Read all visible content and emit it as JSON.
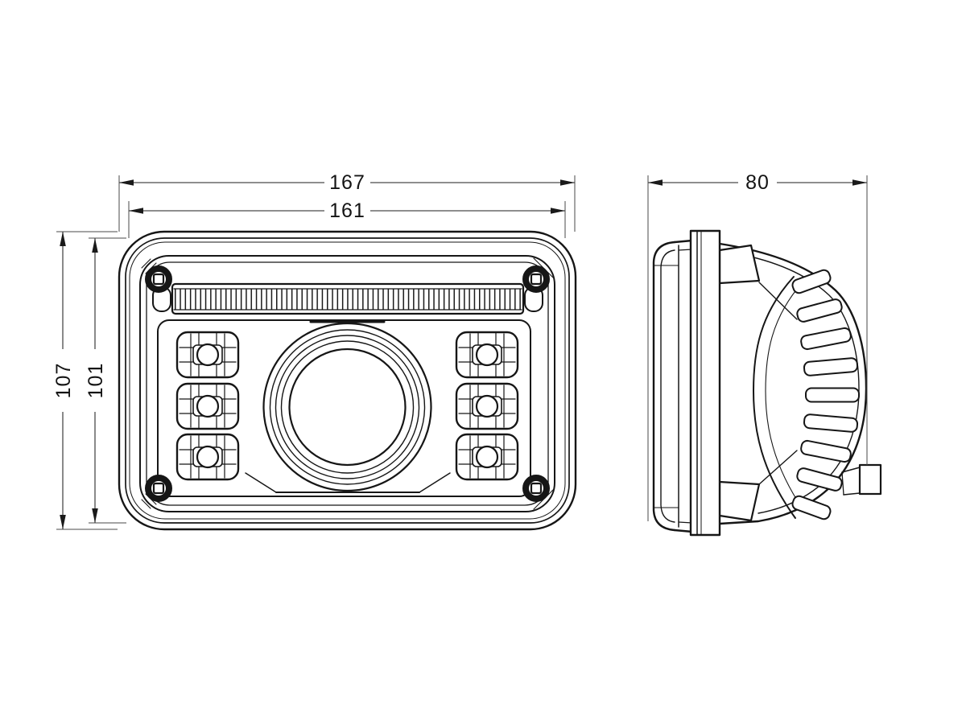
{
  "drawing": {
    "description": "Two-view engineering line drawing of a rectangular LED headlamp: front view (left) and side profile view with heat-sink fins (right)",
    "background_color": "#ffffff",
    "part_line_color": "#161616",
    "dimension_line_color": "#4a4a4a",
    "dimensions": {
      "front_overall_width": "167",
      "front_body_width": "161",
      "front_overall_height": "107",
      "front_body_height": "101",
      "side_depth": "80"
    }
  }
}
